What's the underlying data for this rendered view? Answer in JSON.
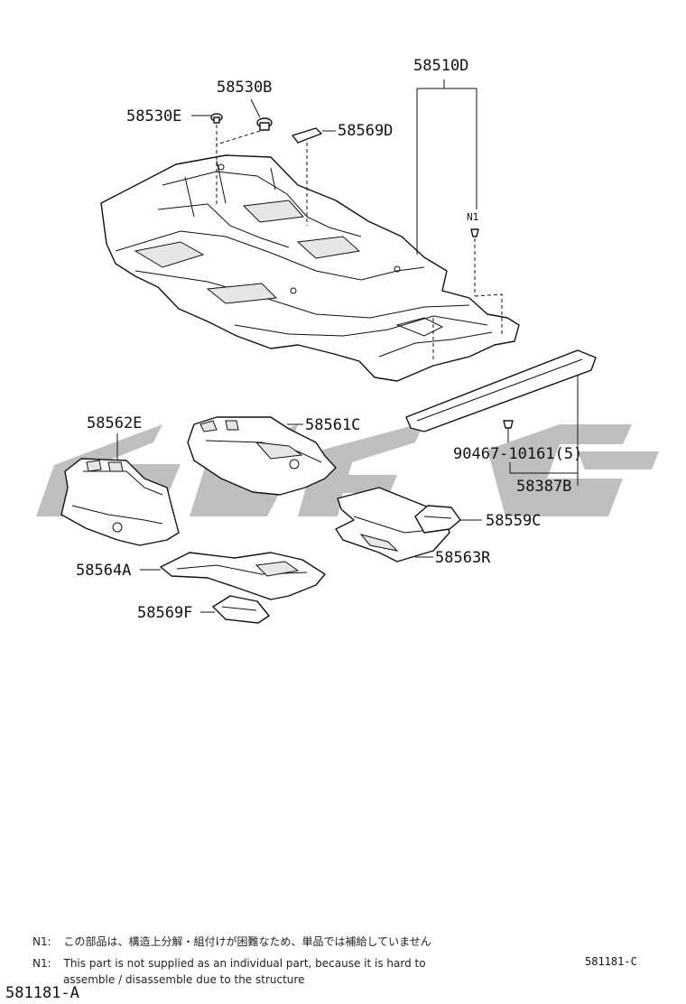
{
  "parts": {
    "p58510D": "58510D",
    "p58530B": "58530B",
    "p58530E": "58530E",
    "p58569D": "58569D",
    "n1": "N1",
    "p58562E": "58562E",
    "p58561C": "58561C",
    "p90467": "90467-10161(5)",
    "p58387B": "58387B",
    "p58559C": "58559C",
    "p58564A": "58564A",
    "p58563R": "58563R",
    "p58569F": "58569F"
  },
  "notes": {
    "jp_label": "N1:",
    "jp_text": "この部品は、構造上分解・組付けが困難なため、単品では補給していません",
    "en_label": "N1:",
    "en_line1": "This part is not supplied as an individual part, because it is hard to",
    "en_line2": "assemble / disassemble due to the structure"
  },
  "refs": {
    "bottom_left": "581181-A",
    "bottom_right": "581181-C"
  }
}
